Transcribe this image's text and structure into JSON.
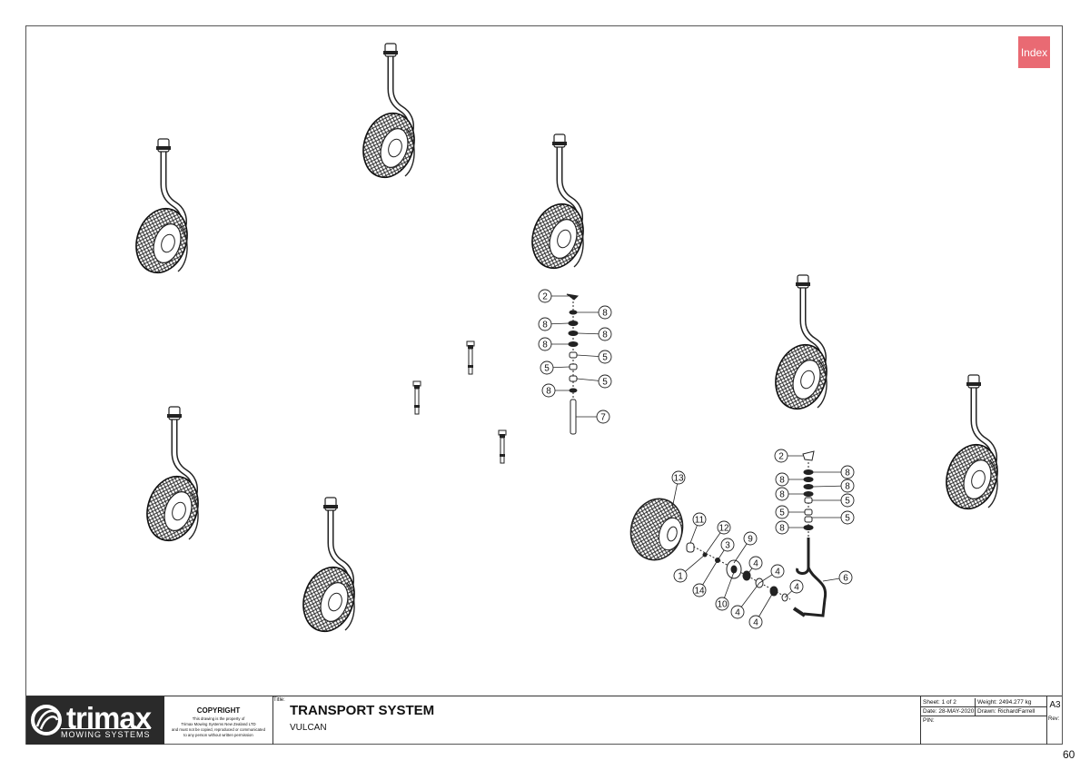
{
  "index_button": {
    "label": "Index"
  },
  "balloons": [
    {
      "label": "2"
    },
    {
      "label": "8"
    },
    {
      "label": "8"
    },
    {
      "label": "8"
    },
    {
      "label": "8"
    },
    {
      "label": "5"
    },
    {
      "label": "5"
    },
    {
      "label": "5"
    },
    {
      "label": "8"
    },
    {
      "label": "7"
    },
    {
      "label": "2"
    },
    {
      "label": "8"
    },
    {
      "label": "8"
    },
    {
      "label": "8"
    },
    {
      "label": "8"
    },
    {
      "label": "5"
    },
    {
      "label": "5"
    },
    {
      "label": "5"
    },
    {
      "label": "8"
    },
    {
      "label": "13"
    },
    {
      "label": "11"
    },
    {
      "label": "12"
    },
    {
      "label": "9"
    },
    {
      "label": "3"
    },
    {
      "label": "4"
    },
    {
      "label": "4"
    },
    {
      "label": "6"
    },
    {
      "label": "4"
    },
    {
      "label": "1"
    },
    {
      "label": "14"
    },
    {
      "label": "10"
    },
    {
      "label": "4"
    },
    {
      "label": "4"
    }
  ],
  "title_block": {
    "logo_word": "trimax",
    "logo_sub": "MOWING SYSTEMS",
    "copyright_heading": "COPYRIGHT",
    "copyright_lines": [
      "This drawing is the property of",
      "Trimax Mowing Systems New Zealand LTD",
      "and must not be copied, reproduced or communicated",
      "to any person without written permission"
    ],
    "title_label": "Title:",
    "title": "TRANSPORT SYSTEM",
    "subtitle": "VULCAN",
    "sheet": "Sheet: 1 of 2",
    "weight": "Weight: 2494.277 kg",
    "date": "Date: 28-MAY-2020",
    "drawn": "Drawn: RichardFarrell",
    "pin": "PIN:",
    "rev": "Rev:",
    "size": "A3"
  },
  "page_number": "60",
  "colors": {
    "index_bg": "#e96a73",
    "logo_bg": "#2a2a2a",
    "line": "#222222"
  }
}
